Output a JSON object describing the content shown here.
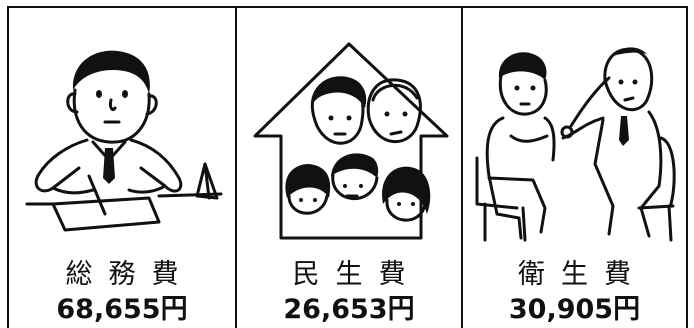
{
  "panels": [
    {
      "label": "総務費",
      "amount": "68,655円",
      "icon": "office-worker-writing-icon"
    },
    {
      "label": "民生費",
      "amount": "26,653円",
      "icon": "family-house-icon"
    },
    {
      "label": "衛生費",
      "amount": "30,905円",
      "icon": "doctor-patient-icon"
    }
  ]
}
